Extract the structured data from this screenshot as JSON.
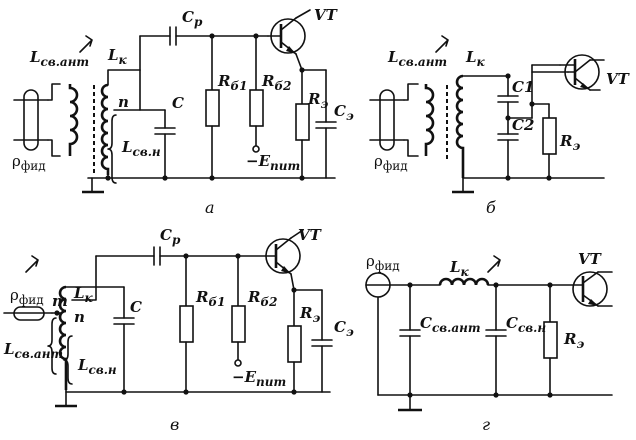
{
  "captions": {
    "a": "а",
    "b": "б",
    "v": "в",
    "g": "г"
  },
  "labels": {
    "l_sv_ant": "L",
    "l_sv_ant_sub": "св.ант",
    "l_k": "L",
    "l_k_sub": "к",
    "l_sv_n": "L",
    "l_sv_n_sub": "св.н",
    "rho": "ρ",
    "rho_sub": "фид",
    "c_p": "C",
    "c_p_sub": "р",
    "c": "C",
    "c1": "C1",
    "c2": "C2",
    "r_b1": "R",
    "r_b1_sub": "б1",
    "r_b2": "R",
    "r_b2_sub": "б2",
    "r_e": "R",
    "r_e_sub": "э",
    "c_e": "C",
    "c_e_sub": "э",
    "e_pit": "−E",
    "e_pit_sub": "пит",
    "vt": "VT",
    "n": "n",
    "m": "m",
    "c_sv_ant": "C",
    "c_sv_ant_sub": "св.ант",
    "c_sv_n": "C",
    "c_sv_n_sub": "св.н"
  }
}
